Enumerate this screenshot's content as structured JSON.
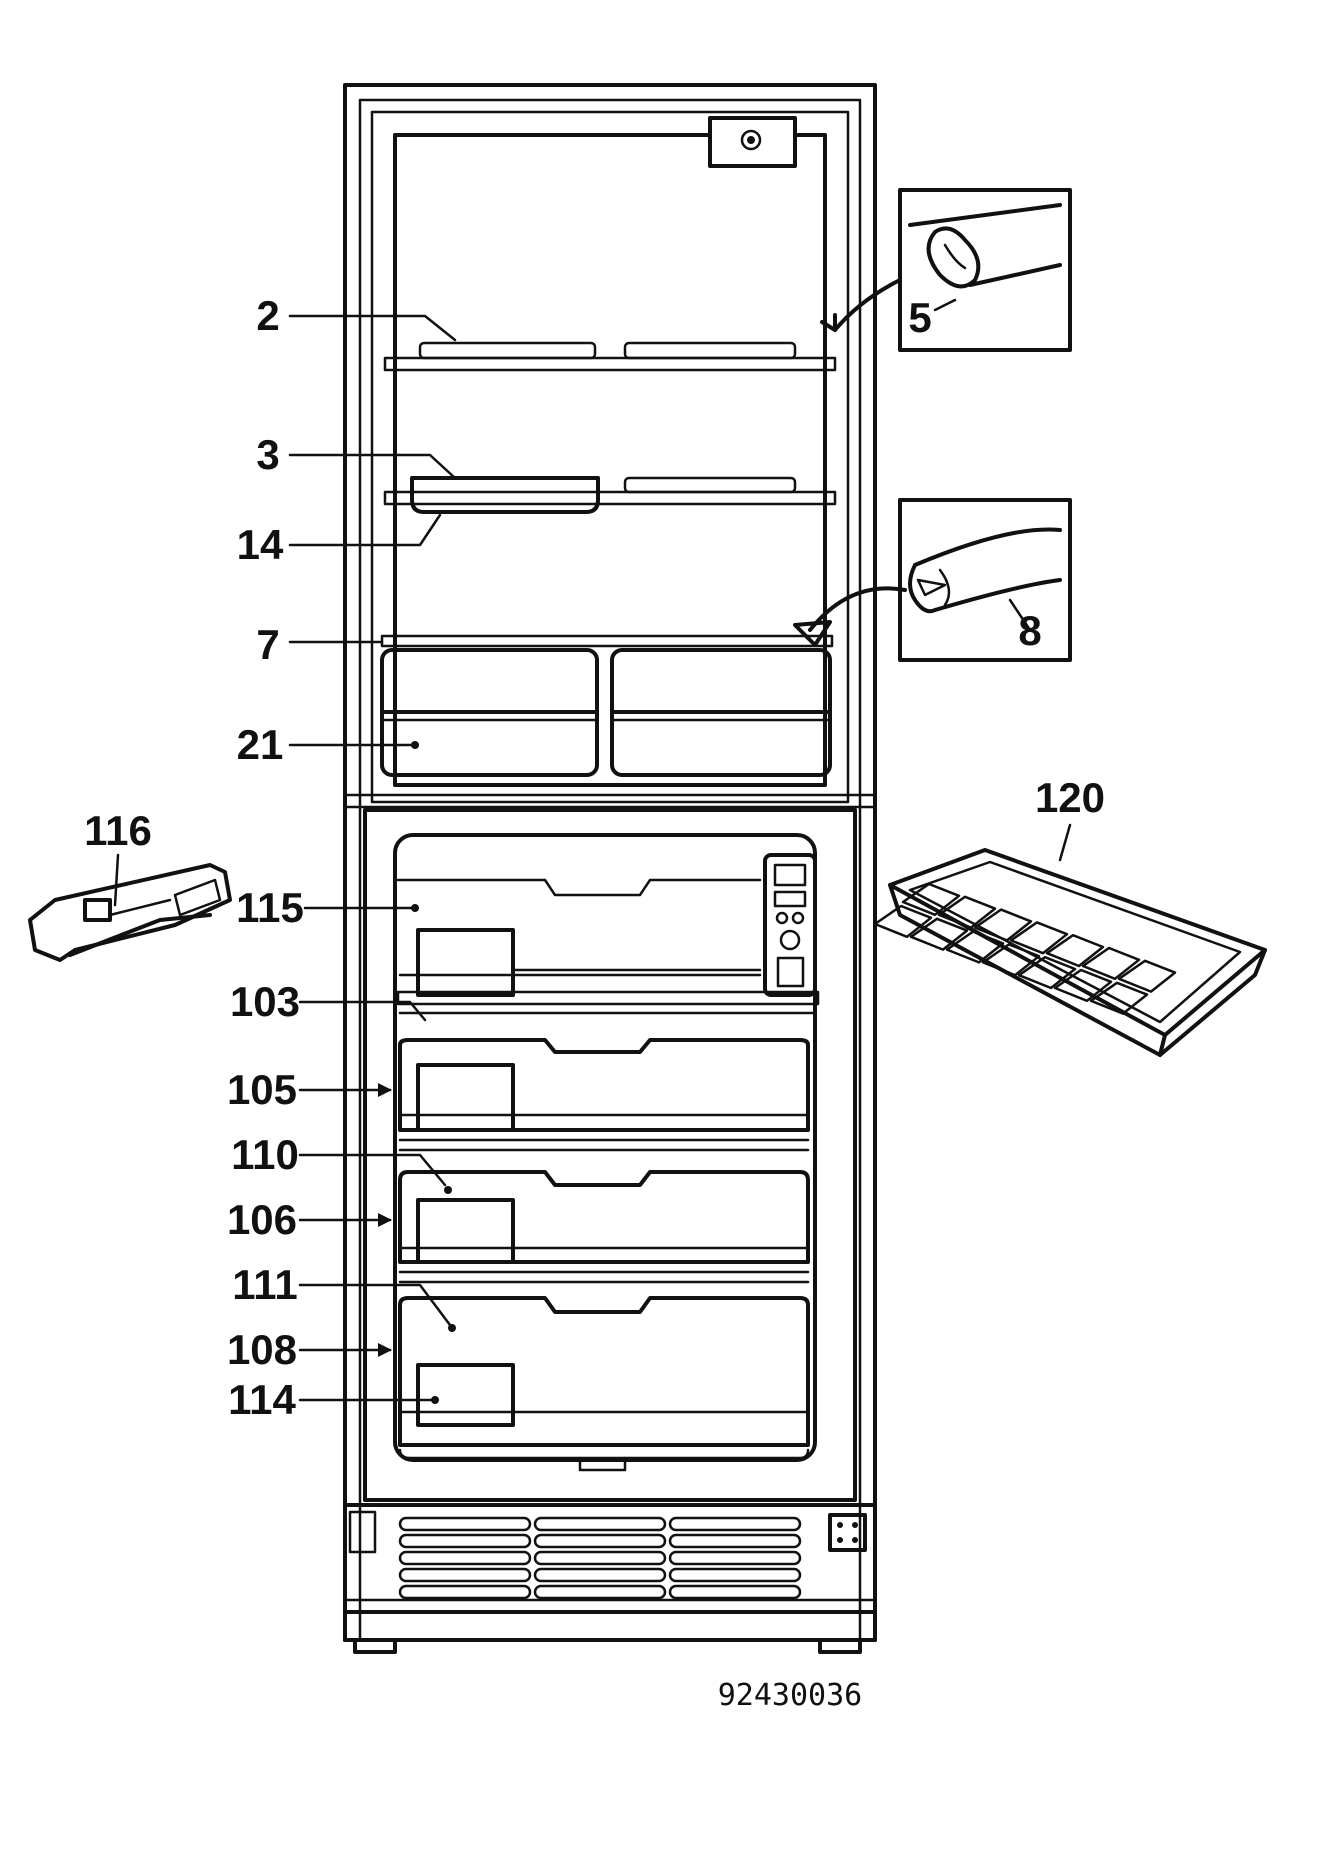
{
  "callouts": {
    "c2": "2",
    "c3": "3",
    "c14": "14",
    "c7": "7",
    "c21": "21",
    "c5": "5",
    "c8": "8",
    "c116": "116",
    "c115": "115",
    "c103": "103",
    "c105": "105",
    "c110": "110",
    "c106": "106",
    "c111": "111",
    "c108": "108",
    "c114": "114",
    "c120": "120"
  },
  "drawing_number": "92430036"
}
